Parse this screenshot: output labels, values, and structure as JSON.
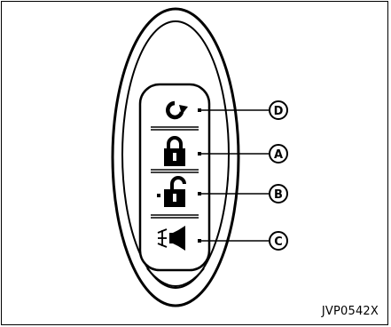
{
  "figure_code": "JVP0542X",
  "buttons": [
    {
      "letter": "D",
      "icon": "remote-engine-start-icon"
    },
    {
      "letter": "A",
      "icon": "lock-icon"
    },
    {
      "letter": "B",
      "icon": "unlock-icon"
    },
    {
      "letter": "C",
      "icon": "panic-alarm-icon"
    }
  ]
}
